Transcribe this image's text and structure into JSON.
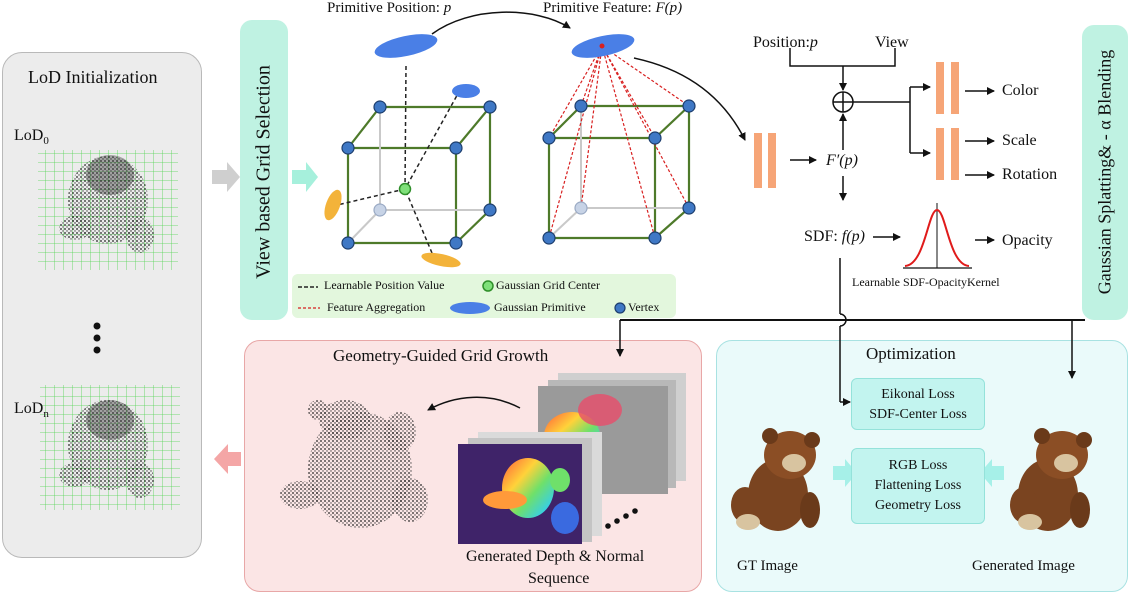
{
  "lod": {
    "title": "LoD Initialization",
    "level0_base": "LoD",
    "level0_sub": "0",
    "leveln_base": "LoD",
    "leveln_sub": "n"
  },
  "view_selection": {
    "label": "View based Grid Selection"
  },
  "primitive": {
    "position_label": "Primitive Position: ",
    "position_var": "p",
    "feature_label": "Primitive Feature: ",
    "feature_var": "F(p)"
  },
  "legend": {
    "position_value": "Learnable Position Value",
    "grid_center": "Gaussian Grid Center",
    "feature_aggregation": "Feature Aggregation",
    "gaussian_primitive": "Gaussian Primitive",
    "vertex": "Vertex"
  },
  "mlp": {
    "position_input": "Position:",
    "position_var": "p",
    "view_input": "View",
    "feature_out": "F′(p)",
    "outputs": [
      "Color",
      "Scale",
      "Rotation"
    ],
    "sdf_label": "SDF: ",
    "sdf_var": "f(p)",
    "opacity": "Opacity",
    "kernel_label": "Learnable SDF-OpacityKernel"
  },
  "splatting": {
    "label": "Gaussian Splatting& - α Blending"
  },
  "growth": {
    "title": "Geometry-Guided Grid Growth",
    "sequence_line1": "Generated Depth & Normal",
    "sequence_line2": "Sequence"
  },
  "optimization": {
    "title": "Optimization",
    "loss_group_1": [
      "Eikonal Loss",
      "SDF-Center Loss"
    ],
    "loss_group_2": [
      "RGB Loss",
      "Flattening Loss",
      "Geometry Loss"
    ],
    "gt_image": "GT Image",
    "generated_image": "Generated Image"
  },
  "colors": {
    "accent_teal": "#bff2e2",
    "lod_panel": "#ececec",
    "growth_panel": "#fbe5e5",
    "opt_panel": "#eafafa",
    "mlp_block": "#f6a577",
    "cube_edge": "#4e7a2a",
    "vertex": "#3f78c5",
    "primitive_blue": "#4a7fe6",
    "primitive_orange": "#f3b33a",
    "aggregation_red": "#d82020"
  }
}
